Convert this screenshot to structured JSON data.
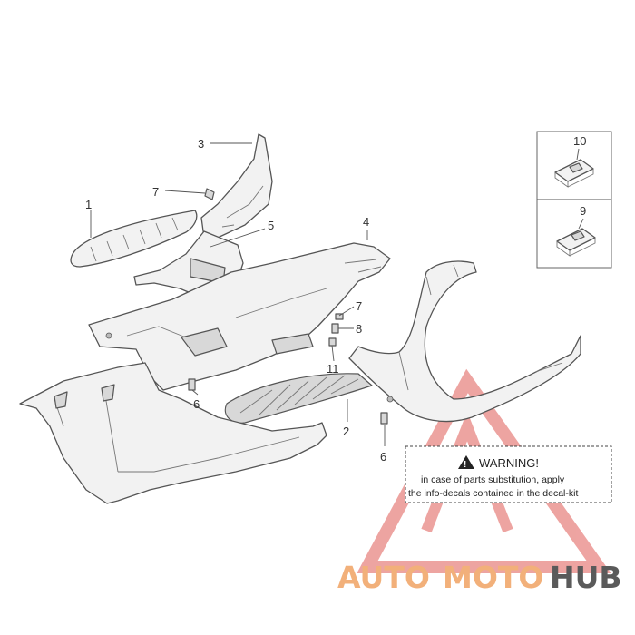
{
  "callouts": {
    "c1": "1",
    "c2": "2",
    "c3": "3",
    "c4": "4",
    "c5": "5",
    "c6a": "6",
    "c6b": "6",
    "c7a": "7",
    "c7b": "7",
    "c8": "8",
    "c9": "9",
    "c10": "10",
    "c11": "11"
  },
  "warning": {
    "title": "WARNING!",
    "line1": "in case of parts substitution, apply",
    "line2": "the info-decals contained in the decal-kit"
  },
  "watermark": {
    "part1": "AUTO",
    "part2": "MOTO",
    "part3": "HUB",
    "colors": {
      "amber": "#f2b07a",
      "red": "#e05a55",
      "grey": "#5a5a5a"
    }
  }
}
